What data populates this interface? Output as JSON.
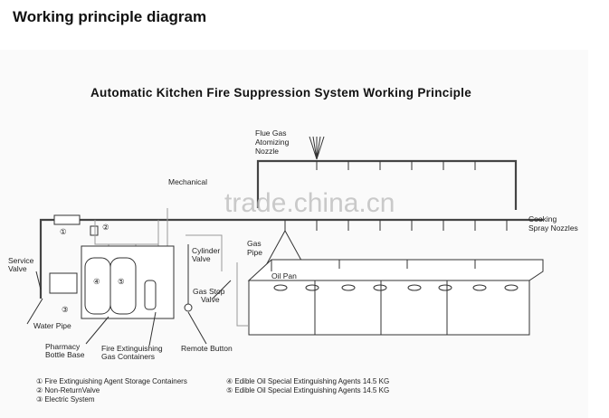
{
  "heading": "Working principle diagram",
  "diagram": {
    "title": "Automatic Kitchen Fire Suppression System Working Principle",
    "labels": {
      "flue_gas": [
        "Flue Gas",
        "Atomizing",
        "Nozzle"
      ],
      "mechanical": "Mechanical",
      "cooking_spray": [
        "Cooking",
        "Spray Nozzles"
      ],
      "gas_pipe": [
        "Gas",
        "Pipe"
      ],
      "oil_pan": "Oil Pan",
      "service_valve": [
        "Service",
        "Valve"
      ],
      "cylinder_valve": [
        "Cylinder",
        "Valve"
      ],
      "gas_stop_valve": [
        "Gas Stop",
        "Valve"
      ],
      "water_pipe": "Water Pipe",
      "pharmacy_base": [
        "Pharmacy",
        "Bottle Base"
      ],
      "gas_containers": [
        "Fire Extinguishing",
        "Gas Containers"
      ],
      "remote_button": "Remote Button",
      "markers": [
        "①",
        "②",
        "③",
        "④",
        "⑤"
      ]
    },
    "legend": [
      "① Fire Extinguishing Agent Storage Containers",
      "② Non-ReturnValve",
      "③ Electric System",
      "④ Edible Oil Special Extinguishing Agents  14.5 KG",
      "⑤ Edible Oil Special Extinguishing Agents  14.5 KG"
    ],
    "watermark": "trade.china.cn"
  }
}
